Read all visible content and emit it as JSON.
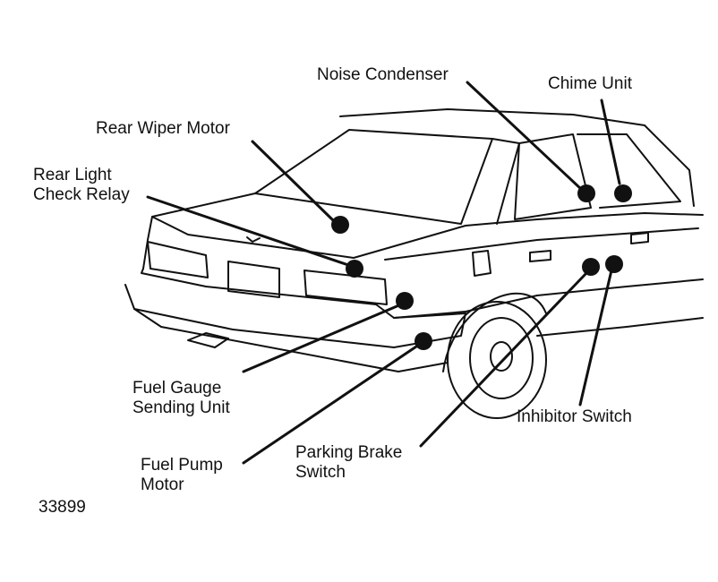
{
  "labels": {
    "noise_condenser": "Noise Condenser",
    "chime_unit": "Chime Unit",
    "rear_wiper_motor": "Rear Wiper Motor",
    "rear_light_check_relay": [
      "Rear Light",
      "Check Relay"
    ],
    "fuel_gauge_sending_unit": [
      "Fuel Gauge",
      "Sending Unit"
    ],
    "fuel_pump_motor": [
      "Fuel Pump",
      "Motor"
    ],
    "parking_brake_switch": [
      "Parking Brake",
      "Switch"
    ],
    "inhibitor_switch": "Inhibitor Switch"
  },
  "figure_number": "33899",
  "colors": {
    "ink": "#111111",
    "paper": "#ffffff"
  }
}
